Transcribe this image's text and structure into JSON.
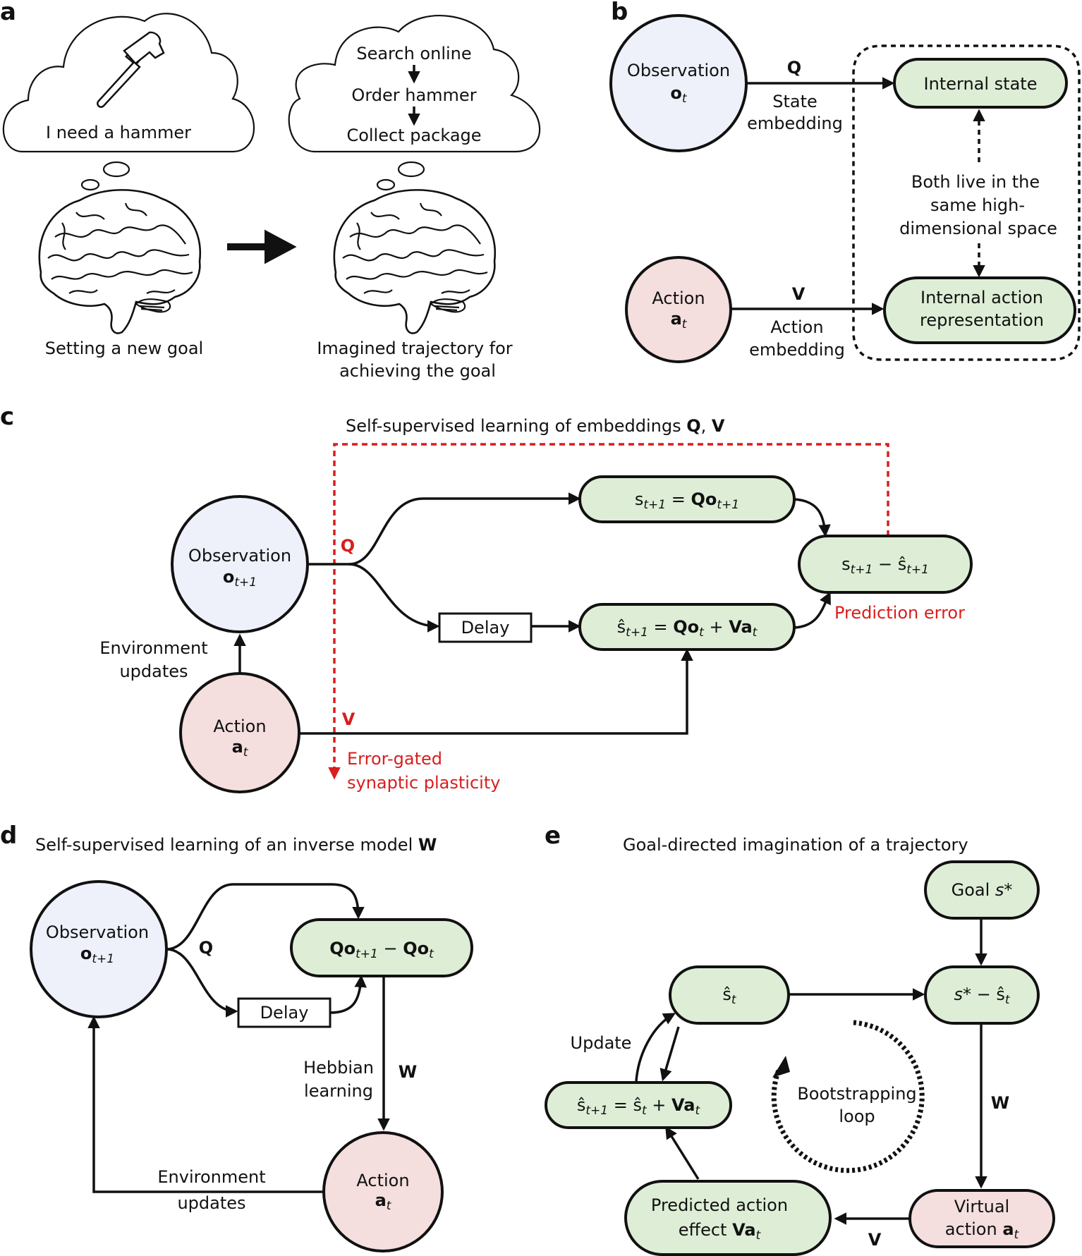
{
  "panel_a": {
    "letter": "a",
    "thought_1": "I need a hammer",
    "caption_1": "Setting a new goal",
    "plan_step_1": "Search online",
    "plan_step_2": "Order hammer",
    "plan_step_3": "Collect package",
    "caption_2_line1": "Imagined trajectory for",
    "caption_2_line2": "achieving the goal"
  },
  "panel_b": {
    "letter": "b",
    "observation": "Observation",
    "obs_symbol": "o",
    "obs_sub": "t",
    "q": "Q",
    "state_embedding_1": "State",
    "state_embedding_2": "embedding",
    "internal_state": "Internal state",
    "both_live_1": "Both live in the",
    "both_live_2": "same high-",
    "both_live_3": "dimensional space",
    "action": "Action",
    "act_symbol": "a",
    "act_sub": "t",
    "v": "V",
    "action_embedding_1": "Action",
    "action_embedding_2": "embedding",
    "internal_action_1": "Internal action",
    "internal_action_2": "representation"
  },
  "panel_c": {
    "letter": "c",
    "title_prefix": "Self-supervised learning of embeddings ",
    "title_q": "Q",
    "title_sep": ", ",
    "title_v": "V",
    "observation": "Observation",
    "obs_symbol": "o",
    "obs_sub": "t+1",
    "q": "Q",
    "v": "V",
    "env_updates_1": "Environment",
    "env_updates_2": "updates",
    "action": "Action",
    "act_symbol": "a",
    "act_sub": "t",
    "delay": "Delay",
    "error_gated_1": "Error-gated",
    "error_gated_2": "synaptic plasticity",
    "prediction_error": "Prediction error",
    "eq_s_next": {
      "s": "s",
      "s_sub": "t+1",
      "eq": " = ",
      "Qo": "Qo",
      "o_sub": "t+1"
    },
    "eq_s_hat": {
      "s": "ŝ",
      "s_sub": "t+1",
      "eq": " = ",
      "Qo": "Qo",
      "o_sub": "t",
      "plus": " + ",
      "Va": "Va",
      "a_sub": "t"
    },
    "eq_diff": {
      "s": "s",
      "s_sub": "t+1",
      "minus": " − ",
      "sh": "ŝ",
      "sh_sub": "t+1"
    }
  },
  "panel_d": {
    "letter": "d",
    "title_prefix": "Self-supervised learning of an inverse model ",
    "title_w": "W",
    "observation": "Observation",
    "obs_symbol": "o",
    "obs_sub": "t+1",
    "q": "Q",
    "delay": "Delay",
    "eq_diff": {
      "a": "Qo",
      "a_sub": "t+1",
      "minus": " − ",
      "b": "Qo",
      "b_sub": "t"
    },
    "hebbian_1": "Hebbian",
    "hebbian_2": "learning",
    "w": "W",
    "action": "Action",
    "act_symbol": "a",
    "act_sub": "t",
    "env_updates_1": "Environment",
    "env_updates_2": "updates"
  },
  "panel_e": {
    "letter": "e",
    "title": "Goal-directed imagination of a trajectory",
    "goal": "Goal ",
    "goal_s": "s*",
    "s_hat": "ŝ",
    "s_hat_sub": "t",
    "goal_diff": {
      "a": "s*",
      "minus": " − ",
      "b": "ŝ",
      "b_sub": "t"
    },
    "update": "Update",
    "eq_next": {
      "s": "ŝ",
      "s_sub": "t+1",
      "eq": " = ",
      "s2": "ŝ",
      "s2_sub": "t",
      "plus": " + ",
      "Va": "Va",
      "a_sub": "t"
    },
    "bootstrapping_1": "Bootstrapping",
    "bootstrapping_2": "loop",
    "w": "W",
    "v": "V",
    "predicted_1": "Predicted action",
    "predicted_2": "effect ",
    "predicted_va": "Va",
    "predicted_sub": "t",
    "virtual_1": "Virtual",
    "virtual_2": "action ",
    "virtual_a": "a",
    "virtual_sub": "t"
  },
  "colors": {
    "observation_fill": "#eef1fa",
    "action_fill": "#f4dede",
    "state_fill": "#deeed6",
    "error_red": "#d81e1e"
  }
}
